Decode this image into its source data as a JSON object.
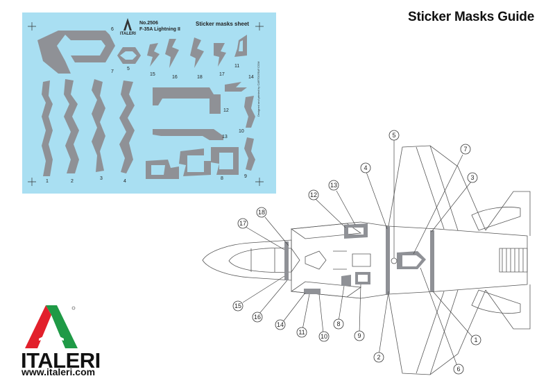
{
  "header": {
    "title": "Sticker Masks Guide"
  },
  "sheet": {
    "number": "No.2506",
    "model": "F-35A Lightning II",
    "title": "Sticker masks sheet",
    "brand": "ITALERI",
    "credit": "Designed and printed by CARTOGRAF.COM",
    "mask_labels": [
      "1",
      "2",
      "3",
      "4",
      "5",
      "6",
      "7",
      "8",
      "9",
      "10",
      "11",
      "12",
      "13",
      "14",
      "15",
      "16",
      "17",
      "18"
    ]
  },
  "callouts": [
    "1",
    "2",
    "3",
    "4",
    "5",
    "6",
    "7",
    "8",
    "9",
    "10",
    "11",
    "12",
    "13",
    "14",
    "15",
    "16",
    "17",
    "18"
  ],
  "brand": {
    "name": "ITALERI",
    "url": "www.italeri.com"
  },
  "colors": {
    "sheet_bg": "#a9dff2",
    "mask_grey": "#8f9196",
    "logo_red": "#e2202b",
    "logo_green": "#1f9a46"
  }
}
